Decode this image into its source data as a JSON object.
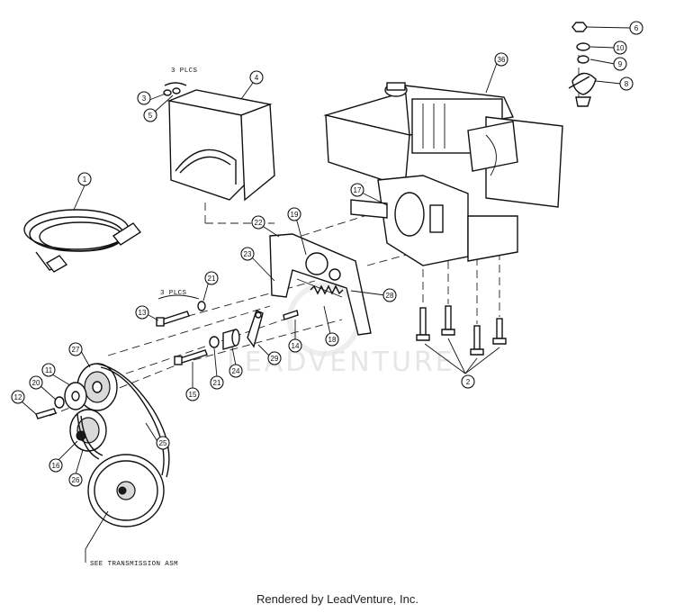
{
  "diagram": {
    "callouts": [
      {
        "id": "c1",
        "label": "1"
      },
      {
        "id": "c2",
        "label": "2"
      },
      {
        "id": "c3",
        "label": "3"
      },
      {
        "id": "c4",
        "label": "4"
      },
      {
        "id": "c5",
        "label": "5"
      },
      {
        "id": "c6",
        "label": "6"
      },
      {
        "id": "c8",
        "label": "8"
      },
      {
        "id": "c9",
        "label": "9"
      },
      {
        "id": "c10",
        "label": "10"
      },
      {
        "id": "c11",
        "label": "11"
      },
      {
        "id": "c12",
        "label": "12"
      },
      {
        "id": "c13",
        "label": "13"
      },
      {
        "id": "c14",
        "label": "14"
      },
      {
        "id": "c15",
        "label": "15"
      },
      {
        "id": "c16",
        "label": "16"
      },
      {
        "id": "c17",
        "label": "17"
      },
      {
        "id": "c18",
        "label": "18"
      },
      {
        "id": "c19",
        "label": "19"
      },
      {
        "id": "c20",
        "label": "20"
      },
      {
        "id": "c21a",
        "label": "21"
      },
      {
        "id": "c21b",
        "label": "21"
      },
      {
        "id": "c22",
        "label": "22"
      },
      {
        "id": "c23",
        "label": "23"
      },
      {
        "id": "c24",
        "label": "24"
      },
      {
        "id": "c25",
        "label": "25"
      },
      {
        "id": "c26",
        "label": "26"
      },
      {
        "id": "c27",
        "label": "27"
      },
      {
        "id": "c28",
        "label": "28"
      },
      {
        "id": "c29",
        "label": "29"
      },
      {
        "id": "c36",
        "label": "36"
      }
    ],
    "notes": {
      "plcs_top": "3 PLCS",
      "plcs_left": "3 PLCS",
      "see_transmission": "SEE TRANSMISSION ASM"
    },
    "watermark": "LEADVENTURE"
  },
  "footer": {
    "text": "Rendered by LeadVenture, Inc."
  }
}
